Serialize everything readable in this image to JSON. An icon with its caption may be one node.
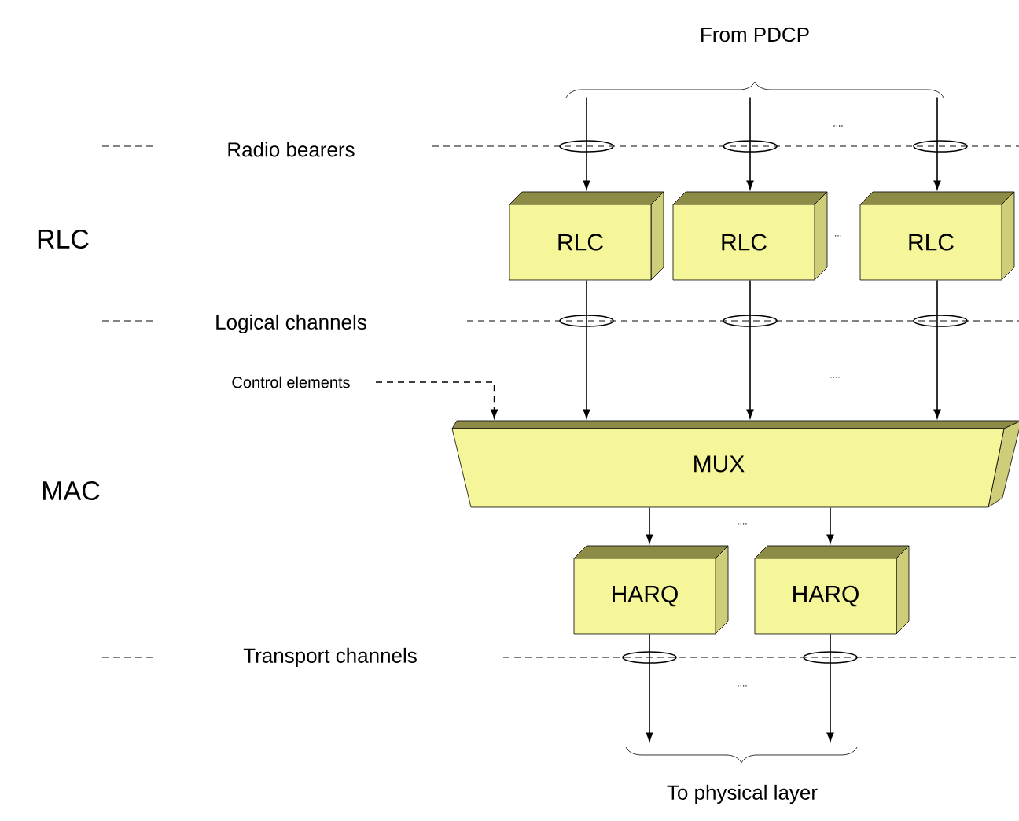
{
  "diagram": {
    "nodes": [
      {
        "text": [
          "From PDCP"
        ]
      },
      {
        "text": [
          "RLC"
        ]
      },
      {
        "text": [
          "RLC"
        ]
      },
      {
        "text": [
          "RLC"
        ]
      },
      {
        "text": [
          "MUX"
        ]
      },
      {
        "text": [
          "HARQ"
        ]
      },
      {
        "text": [
          "HARQ"
        ]
      },
      {
        "text": [
          "To physical layer"
        ]
      },
      {
        "text": [
          "Control elements"
        ]
      }
    ],
    "edges": [
      {
        "from": 0,
        "to": 1,
        "arrow": "to"
      },
      {
        "from": 0,
        "to": 2,
        "arrow": "to"
      },
      {
        "from": 0,
        "to": 3,
        "arrow": "to"
      },
      {
        "from": 1,
        "to": 4,
        "arrow": "to"
      },
      {
        "from": 2,
        "to": 4,
        "arrow": "to"
      },
      {
        "from": 3,
        "to": 4,
        "arrow": "to"
      },
      {
        "from": 8,
        "to": 4,
        "arrow": "to",
        "style": "dashed"
      },
      {
        "from": 4,
        "to": 5,
        "arrow": "to"
      },
      {
        "from": 4,
        "to": 6,
        "arrow": "to"
      },
      {
        "from": 5,
        "to": 7,
        "arrow": "to"
      },
      {
        "from": 6,
        "to": 7,
        "arrow": "to"
      }
    ],
    "labels": [
      "....",
      "Radio bearers",
      "RLC",
      "...",
      "Logical channels",
      "....",
      "MAC",
      "....",
      "Transport channels",
      "...."
    ]
  }
}
